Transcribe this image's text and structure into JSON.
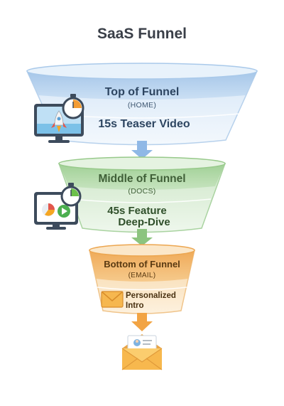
{
  "title": "SaaS Funnel",
  "stages": [
    {
      "heading": "Top of Funnel",
      "channel": "(HOME)",
      "content": "15s Teaser Video",
      "color": "#9fc3e8"
    },
    {
      "heading": "Middle of Funnel",
      "channel": "(DOCS)",
      "content_line1": "45s Feature",
      "content_line2": "Deep-Dive",
      "color": "#9fcf95"
    },
    {
      "heading": "Bottom of Funnel",
      "channel": "(EMAIL)",
      "content_line1": "Personalized",
      "content_line2": "Intro",
      "color": "#efa94f"
    }
  ],
  "icons": [
    "monitor-rocket-icon",
    "stopwatch-icon",
    "monitor-chart-play-icon",
    "envelope-icon",
    "envelope-profile-letter-icon"
  ]
}
